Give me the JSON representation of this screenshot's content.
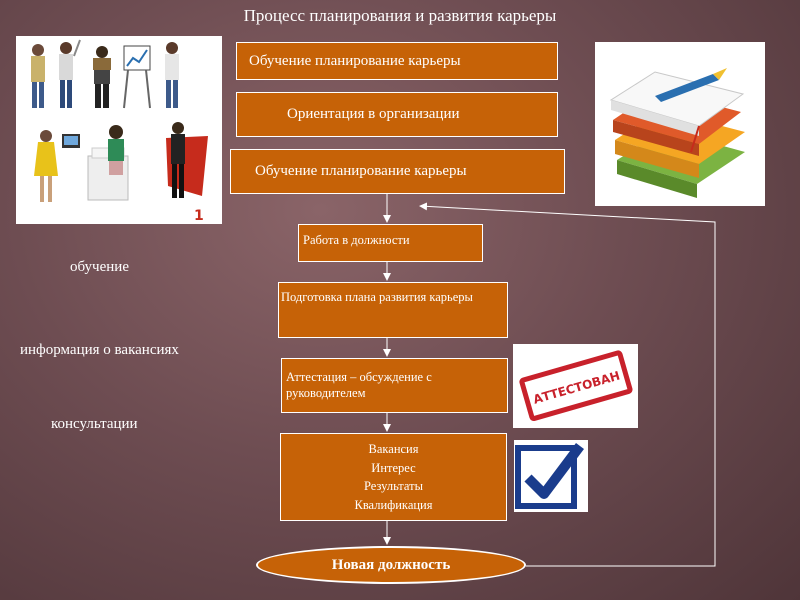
{
  "title": "Процесс планирования и развития карьеры",
  "top_boxes": [
    "Обучение планирование карьеры",
    "Ориентация в организации",
    "Обучение планирование карьеры"
  ],
  "flow": {
    "job": "Работа в должности",
    "plan": "Подготовка плана развития карьеры",
    "attestation": "Аттестация – обсуждение с руководителем",
    "vacancy_lines": [
      "Вакансия",
      "Интерес",
      "Результаты",
      "Квалификация"
    ],
    "new_position": "Новая должность"
  },
  "side_labels": [
    "обучение",
    "информация о вакансиях",
    "консультации"
  ],
  "stamp_text": "АТТЕСТОВАН",
  "colors": {
    "box_fill": "#c66207",
    "stamp": "#c8212b",
    "check": "#1a3c8c"
  }
}
